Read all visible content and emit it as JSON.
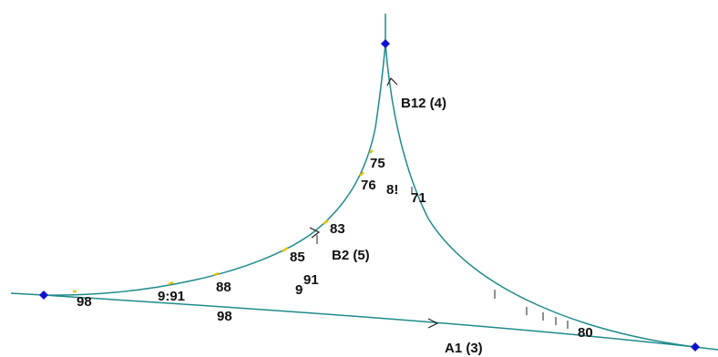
{
  "network": {
    "links": [
      {
        "id": "link-a1",
        "label": "A1 (3)"
      },
      {
        "id": "link-b2",
        "label": "B2 (5)"
      },
      {
        "id": "link-b12",
        "label": "B12 (4)"
      }
    ],
    "values": [
      {
        "id": "v-98-left",
        "text": "98"
      },
      {
        "id": "v-98-bottom",
        "text": "98"
      },
      {
        "id": "v-991",
        "text": "9:91"
      },
      {
        "id": "v-88",
        "text": "88"
      },
      {
        "id": "v-9-lower",
        "text": "9"
      },
      {
        "id": "v-91-upper",
        "text": "91"
      },
      {
        "id": "v-85",
        "text": "85"
      },
      {
        "id": "v-83",
        "text": "83"
      },
      {
        "id": "v-76",
        "text": "76"
      },
      {
        "id": "v-8",
        "text": "8!"
      },
      {
        "id": "v-75",
        "text": "75"
      },
      {
        "id": "v-71",
        "text": "71"
      },
      {
        "id": "v-80",
        "text": "80"
      }
    ]
  },
  "colors": {
    "road": "#1f8a8a",
    "node": "#1010d0",
    "detector": "#e0c000",
    "text": "#101010"
  }
}
